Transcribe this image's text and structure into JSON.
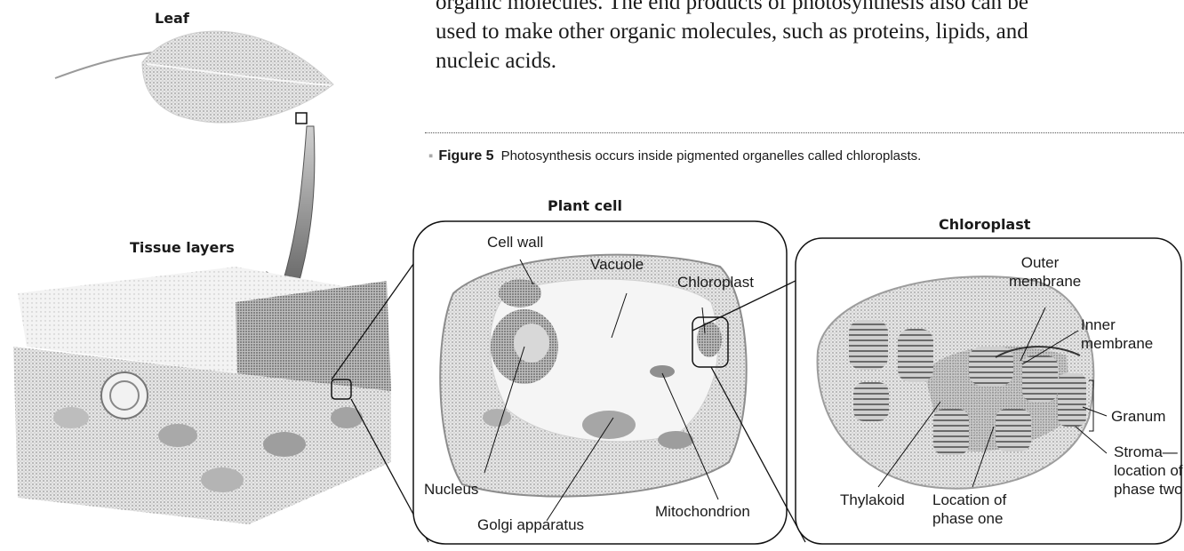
{
  "body_text": {
    "line1": "organic molecules. The end products of photosynthesis also can be",
    "line2": "used to make other organic molecules, such as proteins, lipids, and",
    "line3": "nucleic acids."
  },
  "figure": {
    "number": "Figure 5",
    "caption": "Photosynthesis occurs inside pigmented organelles called chloroplasts."
  },
  "leaf_panel": {
    "leaf_label": "Leaf",
    "tissue_label": "Tissue layers"
  },
  "plant_cell": {
    "title": "Plant cell",
    "labels": {
      "cell_wall": "Cell wall",
      "vacuole": "Vacuole",
      "chloroplast": "Chloroplast",
      "nucleus": "Nucleus",
      "golgi": "Golgi apparatus",
      "mitochondrion": "Mitochondrion"
    }
  },
  "chloroplast_panel": {
    "title": "Chloroplast",
    "labels": {
      "outer_1": "Outer",
      "outer_2": "membrane",
      "inner_1": "Inner",
      "inner_2": "membrane",
      "granum": "Granum",
      "stroma_1": "Stroma—",
      "stroma_2": "location of",
      "stroma_3": "phase two",
      "thylakoid": "Thylakoid",
      "phase1_1": "Location of",
      "phase1_2": "phase one"
    }
  }
}
